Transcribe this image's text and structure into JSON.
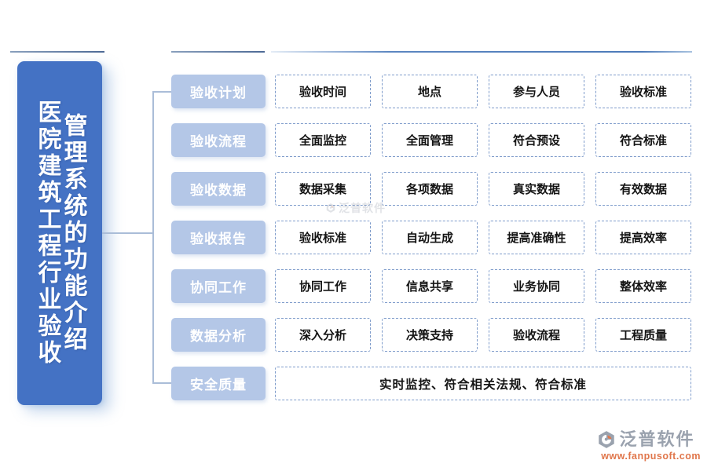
{
  "title": {
    "full": "医院建筑工程行业验收管理系统的功能介绍",
    "line1": "医院建筑工程行业验收",
    "line2": "管理系统的功能介绍"
  },
  "rows": [
    {
      "label": "验收计划",
      "cells": [
        "验收时间",
        "地点",
        "参与人员",
        "验收标准"
      ]
    },
    {
      "label": "验收流程",
      "cells": [
        "全面监控",
        "全面管理",
        "符合预设",
        "符合标准"
      ]
    },
    {
      "label": "验收数据",
      "cells": [
        "数据采集",
        "各项数据",
        "真实数据",
        "有效数据"
      ]
    },
    {
      "label": "验收报告",
      "cells": [
        "验收标准",
        "自动生成",
        "提高准确性",
        "提高效率"
      ]
    },
    {
      "label": "协同工作",
      "cells": [
        "协同工作",
        "信息共享",
        "业务协同",
        "整体效率"
      ]
    },
    {
      "label": "数据分析",
      "cells": [
        "深入分析",
        "决策支持",
        "验收流程",
        "工程质量"
      ]
    },
    {
      "label": "安全质量",
      "cells": [
        "实时监控、符合相关法规、符合标准"
      ],
      "wide": true
    }
  ],
  "watermark": {
    "text": "泛普软件"
  },
  "footer": {
    "brand": "泛普软件",
    "url": "www.fanpusoft.com"
  },
  "icons": {
    "brand_logo": "fanpu-swoosh-icon",
    "watermark_logo": "fanpu-swoosh-icon"
  },
  "colors": {
    "primary_blue": "#4472c4",
    "label_blue": "#b4c7e7",
    "cell_border": "#7f9ccb",
    "connector": "#aabdd8",
    "header_rule_dark": "#4d6a96",
    "brand_grey": "#9aa2ae",
    "brand_orange": "#e0764b",
    "text_dark": "#141414",
    "text_white": "#ffffff"
  }
}
